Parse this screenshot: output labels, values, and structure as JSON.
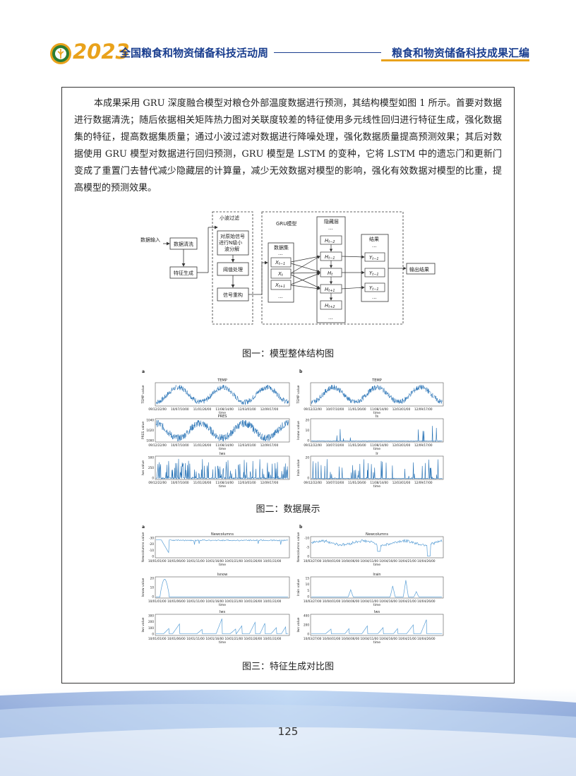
{
  "header": {
    "year": "2023",
    "left_title": "全国粮食和物资储备科技活动周",
    "right_title": "粮食和物资储备科技成果汇编"
  },
  "body_text": "本成果采用 GRU 深度融合模型对粮仓外部温度数据进行预测，其结构模型如图 1 所示。首要对数据进行数据清洗；随后依据相关矩阵热力图对关联度较差的特征使用多元线性回归进行特征生成，强化数据集的特征，提高数据集质量；通过小波过滤对数据进行降噪处理，强化数据质量提高预测效果；其后对数据使用 GRU 模型对数据进行回归预测，GRU 模型是 LSTM 的变种，它将 LSTM 中的遗忘门和更新门变成了重置门去替代减少隐藏层的计算量，减少无效数据对模型的影响，强化有效数据对模型的比重，提高模型的预测效果。",
  "diagram": {
    "input": "数据输入",
    "clean": "数据清洗",
    "feature": "特征生成",
    "wavelet_title": "小波过滤",
    "wavelet_step1": "对原始信号进行N级小波分解",
    "wavelet_step2": "阈值处理",
    "wavelet_step3": "信号重构",
    "gru_title": "GRU模型",
    "dataset_title": "数据集",
    "x_prev": "X_{t-1}",
    "x_cur": "X_t",
    "x_next": "X_{t+1}",
    "hidden_title": "隐藏层",
    "h_tm2": "H_{t-2}",
    "h_tm1": "H_{t-1}",
    "h_t": "H_t",
    "h_tp1": "H_{t+1}",
    "h_tp2": "H_{t+2}",
    "result_title": "结果",
    "y_tm1": "Y_{t-1}",
    "y_t": "Y_{t-1}",
    "y_tp1": "Y_{t-1}",
    "output": "输出结果",
    "dots": "..."
  },
  "captions": {
    "fig1": "图一：模型整体结构图",
    "fig2": "图二：数据展示",
    "fig3": "图三：特征生成对比图"
  },
  "page_number": "125",
  "chart_data": [
    {
      "type": "line",
      "panel": "a",
      "title": "TEMP",
      "ylabel": "TEMP value",
      "xlabel": "time",
      "x": [
        "09/12/22/00",
        "10/07/10/00",
        "11/01/26/00",
        "11/08/14/00",
        "12/03/01/00",
        "12/09/17/00"
      ],
      "pattern": "seasonal sinusoid, three peaks"
    },
    {
      "type": "line",
      "panel": "a",
      "title": "PRES",
      "ylabel": "PRES value",
      "xlabel": "time",
      "x": [
        "09/12/22/00",
        "10/07/10/00",
        "11/01/26/00",
        "11/08/14/00",
        "12/03/01/00",
        "12/09/17/00"
      ],
      "yticks": [
        1000,
        1020,
        1040
      ],
      "pattern": "seasonal, inverse of TEMP"
    },
    {
      "type": "line",
      "panel": "a",
      "title": "Iws",
      "ylabel": "Iws value",
      "xlabel": "time",
      "x": [
        "09/12/22/00",
        "10/07/10/00",
        "11/01/26/00",
        "11/08/14/00",
        "12/03/01/00",
        "12/09/17/00"
      ],
      "yticks": [
        0,
        250,
        500
      ],
      "pattern": "sparse spikes"
    },
    {
      "type": "line",
      "panel": "b",
      "title": "TEMP",
      "ylabel": "TEMP value",
      "xlabel": "time",
      "x": [
        "09/12/22/00",
        "10/07/10/00",
        "11/01/26/00",
        "11/08/14/00",
        "12/03/01/00",
        "12/09/17/00"
      ]
    },
    {
      "type": "line",
      "panel": "b",
      "title": "Is",
      "ylabel": "Isnow value",
      "xlabel": "time",
      "x": [
        "09/12/22/00",
        "10/07/10/00",
        "11/01/26/00",
        "11/08/14/00",
        "12/03/01/00",
        "12/09/17/00"
      ],
      "yticks": [
        0,
        10,
        20
      ]
    },
    {
      "type": "line",
      "panel": "b",
      "title": "Ir",
      "ylabel": "Irain value",
      "xlabel": "time",
      "x": [
        "09/12/22/00",
        "10/07/10/00",
        "11/01/26/00",
        "11/08/14/00",
        "12/03/01/00",
        "12/09/17/00"
      ],
      "yticks": [
        0,
        20
      ]
    },
    {
      "type": "line",
      "panel": "a",
      "title": "Newcolumns",
      "ylabel": "Newcolumns value",
      "xlabel": "time",
      "x": [
        "10/01/01/00",
        "10/01/06/00",
        "10/01/11/00",
        "10/01/16/00",
        "10/01/21/00",
        "10/01/26/00",
        "10/01/31/00"
      ],
      "yticks": [
        0,
        -10,
        -20,
        -30
      ]
    },
    {
      "type": "line",
      "panel": "a",
      "title": "Isnow",
      "ylabel": "Isnow value",
      "xlabel": "time",
      "x": [
        "10/01/01/00",
        "10/01/06/00",
        "10/01/11/00",
        "10/01/16/00",
        "10/01/21/00",
        "10/01/26/00",
        "10/01/31/00"
      ],
      "yticks": [
        0,
        10,
        20
      ]
    },
    {
      "type": "line",
      "panel": "a",
      "title": "Iws",
      "ylabel": "Iws value",
      "xlabel": "time",
      "x": [
        "10/01/01/00",
        "10/01/06/00",
        "10/01/11/00",
        "10/01/16/00",
        "10/01/21/00",
        "10/01/26/00",
        "10/01/31/00"
      ],
      "yticks": [
        0,
        100,
        200,
        300
      ]
    },
    {
      "type": "line",
      "panel": "b",
      "title": "Newcolumns",
      "ylabel": "Newcolumns value",
      "xlabel": "time",
      "x": [
        "10/03/27/00",
        "10/04/01/00",
        "10/04/06/00",
        "10/04/11/00",
        "10/04/16/00",
        "10/04/21/00",
        "10/04/26/00"
      ],
      "yticks": [
        0,
        -5,
        -10
      ]
    },
    {
      "type": "line",
      "panel": "b",
      "title": "Irain",
      "ylabel": "Irain value",
      "xlabel": "time",
      "x": [
        "10/03/27/00",
        "10/04/01/00",
        "10/04/06/00",
        "10/04/11/00",
        "10/04/16/00",
        "10/04/21/00",
        "10/04/26/00"
      ],
      "yticks": [
        0,
        5,
        10,
        15
      ]
    },
    {
      "type": "line",
      "panel": "b",
      "title": "Iws",
      "ylabel": "Iws value",
      "xlabel": "time",
      "x": [
        "10/03/27/00",
        "10/04/01/00",
        "10/04/06/00",
        "10/04/11/00",
        "10/04/16/00",
        "10/04/21/00",
        "10/04/26/00"
      ],
      "yticks": [
        0,
        200,
        400
      ]
    }
  ],
  "colors": {
    "brand_blue": "#1a3e8f",
    "accent_gold": "#e9a21b",
    "line": "#1f6db3",
    "light_line": "#5a9fd6"
  }
}
